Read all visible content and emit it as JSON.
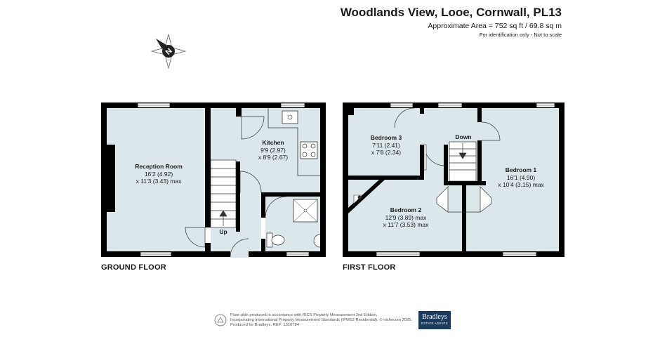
{
  "header": {
    "title": "Woodlands View, Looe, Cornwall, PL13",
    "area": "Approximate Area = 752 sq ft / 69.8 sq m",
    "note": "For identification only - Not to scale"
  },
  "compass": {
    "letter": "N"
  },
  "floors": {
    "ground": {
      "label": "GROUND FLOOR",
      "rooms": {
        "reception": {
          "name": "Reception Room",
          "dim1": "16'2 (4.92)",
          "dim2": "x 11'3 (3.43) max"
        },
        "kitchen": {
          "name": "Kitchen",
          "dim1": "9'9 (2.97)",
          "dim2": "x 8'9 (2.67)"
        }
      },
      "stairs": "Up"
    },
    "first": {
      "label": "FIRST FLOOR",
      "rooms": {
        "bedroom3": {
          "name": "Bedroom 3",
          "dim1": "7'11 (2.41)",
          "dim2": "x 7'8 (2.34)"
        },
        "bedroom2": {
          "name": "Bedroom 2",
          "dim1": "12'9 (3.89) max",
          "dim2": "x 11'7 (3.53) max"
        },
        "bedroom1": {
          "name": "Bedroom 1",
          "dim1": "16'1 (4.90)",
          "dim2": "x 10'4 (3.15) max"
        }
      },
      "stairs": "Down"
    }
  },
  "colors": {
    "room_fill": "#dce7ec",
    "wall": "#000000",
    "logo": "#1c3a5c"
  },
  "footer": {
    "line1": "Floor plan produced in accordance with RICS Property Measurement 2nd Edition,",
    "line2": "Incorporating International Property Measurement Standards (IPMS2 Residential).",
    "copyright": "© nichecom 2025.",
    "line3": "Produced for Bradleys.   REF: 1310784"
  },
  "logo": {
    "name": "Bradleys",
    "tagline": "ESTATE AGENTS"
  }
}
